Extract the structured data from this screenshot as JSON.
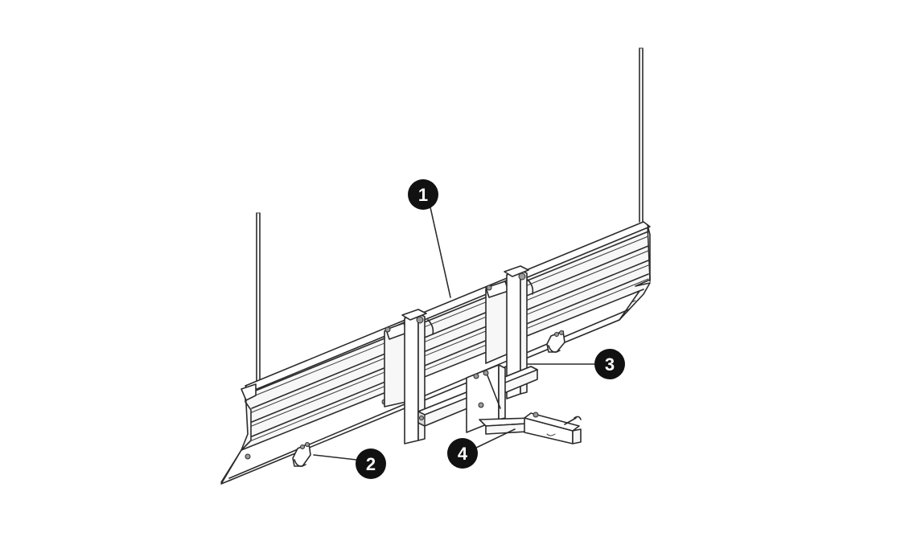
{
  "callouts": [
    {
      "id": "1",
      "label": "1"
    },
    {
      "id": "2",
      "label": "2"
    },
    {
      "id": "3",
      "label": "3"
    },
    {
      "id": "4",
      "label": "4"
    }
  ],
  "colors": {
    "callout_fill": "#111111",
    "callout_text": "#ffffff",
    "line": "#2b2b2b",
    "background": "#ffffff"
  }
}
